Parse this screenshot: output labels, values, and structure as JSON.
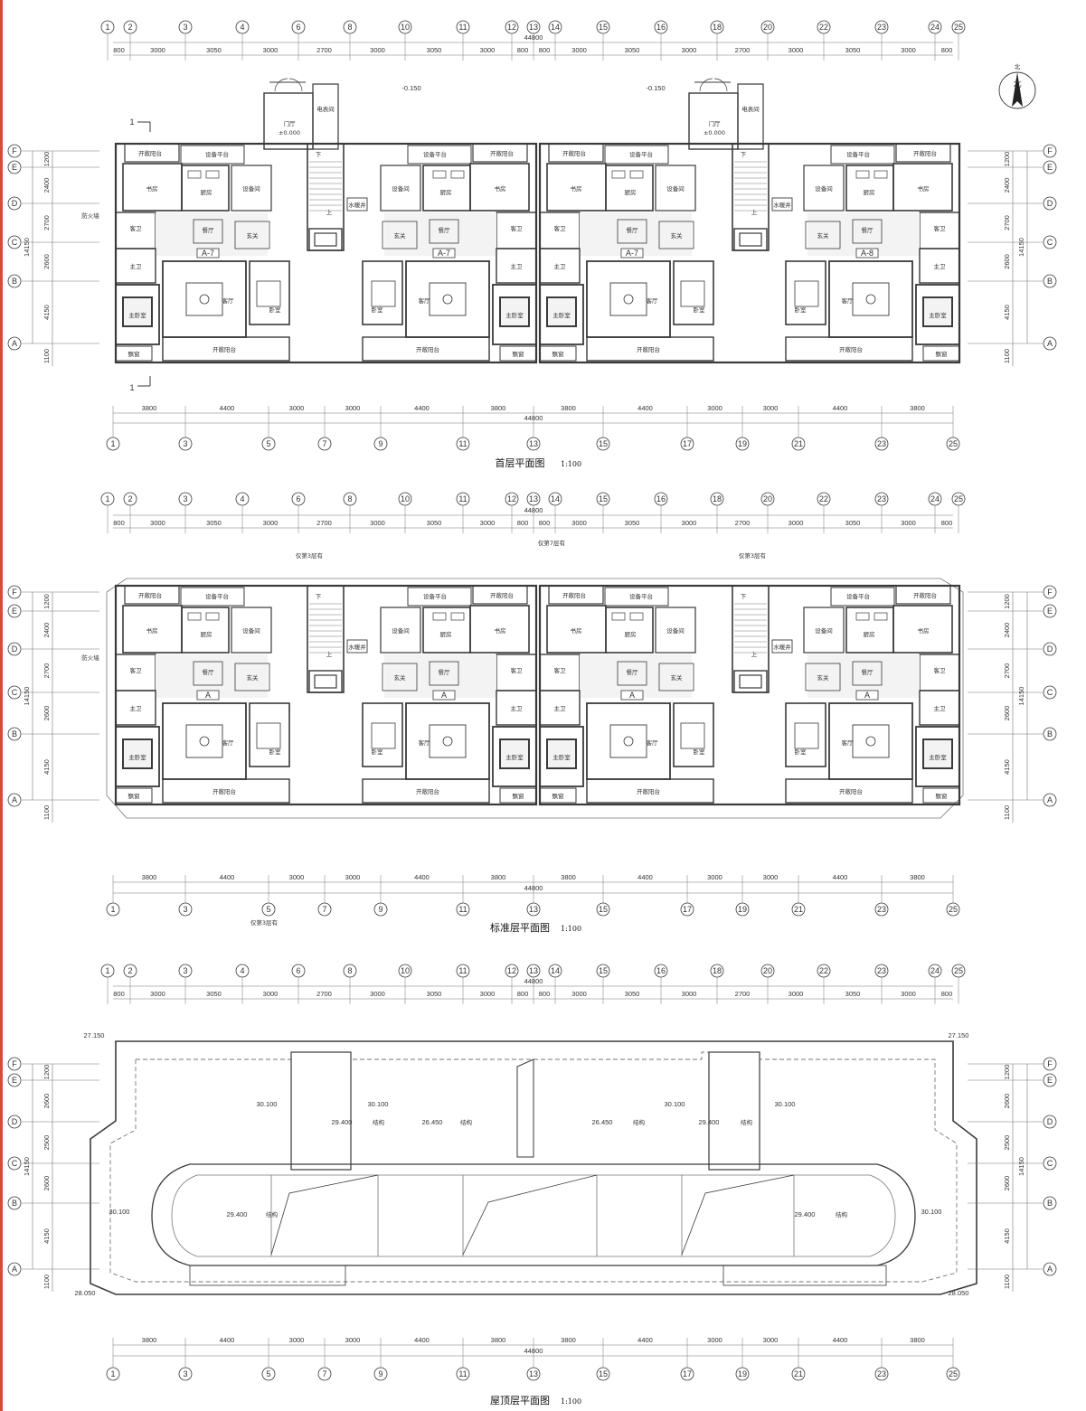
{
  "colors": {
    "line": "#3a3a3a",
    "thin": "#777777",
    "fill": "#f3f3f3",
    "border": "#d84a3a"
  },
  "top_axes": [
    "1",
    "2",
    "3",
    "4",
    "6",
    "8",
    "10",
    "11",
    "12",
    "13",
    "14",
    "15",
    "16",
    "18",
    "20",
    "22",
    "23",
    "24",
    "25"
  ],
  "top_dims": [
    "800",
    "3000",
    "3050",
    "3000",
    "2700",
    "3000",
    "3050",
    "3000",
    "800",
    "800",
    "3000",
    "3050",
    "3000",
    "2700",
    "3000",
    "3050",
    "3000",
    "800"
  ],
  "bottom_axes": [
    "1",
    "3",
    "5",
    "7",
    "9",
    "11",
    "13",
    "15",
    "17",
    "19",
    "21",
    "23",
    "25"
  ],
  "bottom_dims": [
    "3800",
    "4400",
    "3000",
    "3000",
    "4400",
    "3800",
    "3800",
    "4400",
    "3000",
    "3000",
    "4400",
    "3800"
  ],
  "total_length": "44800",
  "row_axes": [
    "F",
    "E",
    "D",
    "C",
    "B",
    "A"
  ],
  "row_dims": [
    "1200",
    "2400",
    "2700",
    "2600",
    "4150",
    "1100"
  ],
  "row_dims_roof": [
    "1200",
    "2600",
    "2500",
    "2600",
    "4150",
    "1100"
  ],
  "total_depth": "14150",
  "north_label": "北",
  "plans": [
    {
      "title": "首层平面图",
      "scale": "1:100",
      "section_mark": "1",
      "units": [
        "A-7",
        "A-7",
        "A-7",
        "A-8"
      ],
      "labels": {
        "hall": "门厅",
        "hall_elev": "±0.000",
        "ext_elev": "-0.150",
        "elevator_room": "电表间",
        "fire_wall": "防火墙",
        "up": "上",
        "down": "下",
        "rooms": [
          "开敞阳台",
          "设备平台",
          "设备间",
          "厨房",
          "书房",
          "客卫",
          "餐厅",
          "玄关",
          "主卫",
          "客厅",
          "卧室",
          "主卧室",
          "飘窗",
          "水暖井"
        ]
      }
    },
    {
      "title": "标准层平面图",
      "scale": "1:100",
      "units": [
        "A",
        "A",
        "A",
        "A"
      ],
      "labels": {
        "note_a": "仅第3层有",
        "note_b": "仅第7层有",
        "fire_wall": "防火墙",
        "up": "上",
        "down": "下",
        "rooms": [
          "开敞阳台",
          "设备平台",
          "设备间",
          "厨房",
          "书房",
          "客卫",
          "餐厅",
          "玄关",
          "主卫",
          "客厅",
          "卧室",
          "主卧室",
          "飘窗",
          "水暖井"
        ]
      }
    },
    {
      "title": "屋顶层平面图",
      "scale": "1:100",
      "labels": {
        "elevations": [
          "27.150",
          "27.150",
          "30.100",
          "30.100",
          "30.100",
          "30.100",
          "29.400",
          "29.400",
          "26.450",
          "26.450",
          "30.100",
          "30.100",
          "29.400",
          "29.400",
          "28.050",
          "28.050"
        ],
        "struct": "结构"
      }
    }
  ]
}
